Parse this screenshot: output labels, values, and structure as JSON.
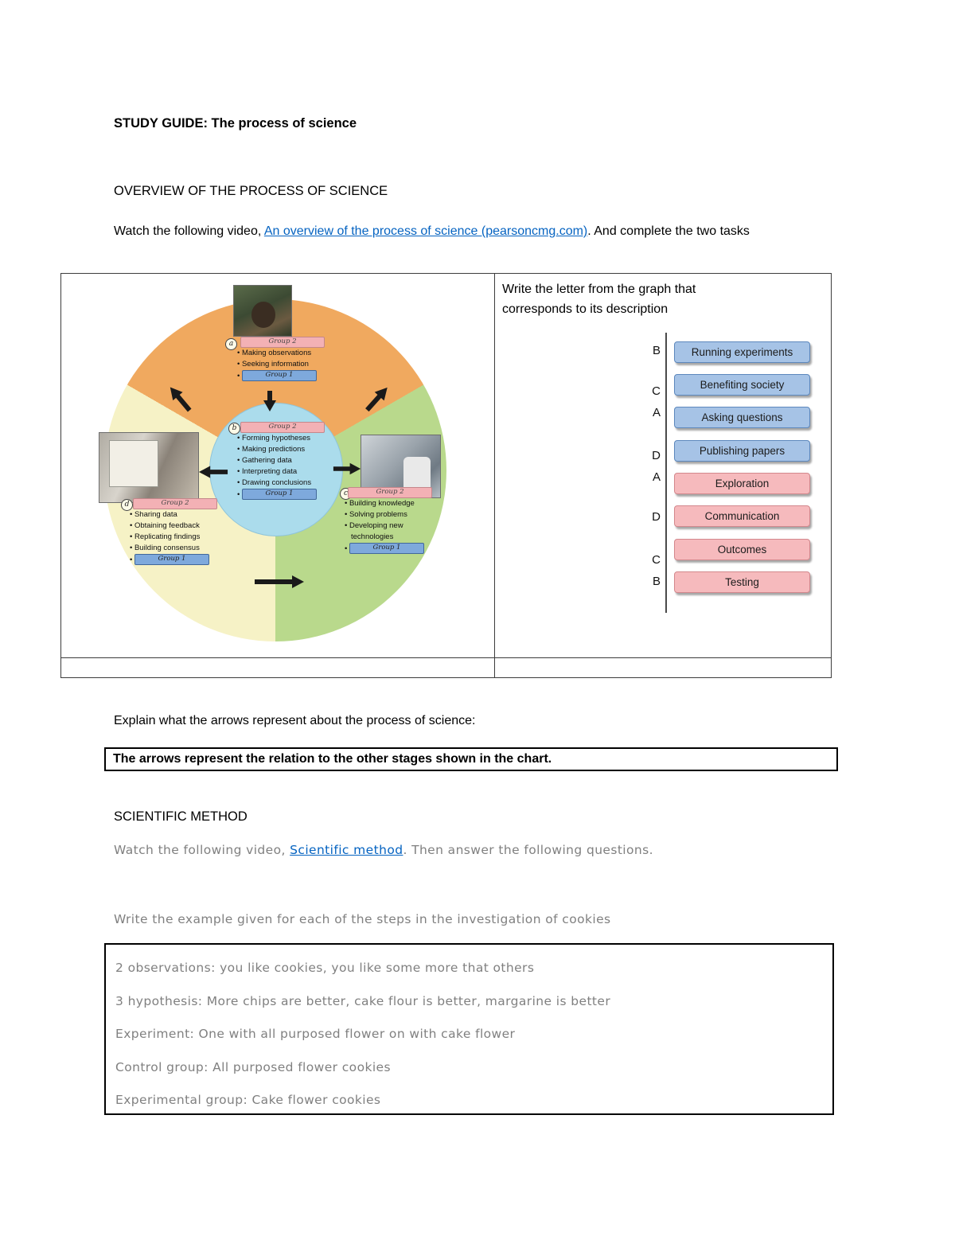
{
  "doc": {
    "title": "STUDY GUIDE: The process of science",
    "overview": {
      "heading": "OVERVIEW OF THE PROCESS OF SCIENCE",
      "intro_pre": "Watch the following video, ",
      "intro_link": "An overview of the process of science (pearsoncmg.com)",
      "intro_post": ". And complete the two tasks"
    },
    "arrows_question": {
      "prompt": "Explain what the arrows represent about the process of science:",
      "answer": "The arrows represent the relation to the other stages shown in the chart."
    },
    "scientific_method": {
      "heading": "SCIENTIFIC METHOD",
      "intro_pre": "Watch the following video, ",
      "intro_link": "Scientific method",
      "intro_post": ". Then answer the following questions.",
      "prompt": "Write the example given for each of the steps in the investigation of cookies",
      "answers": [
        "2 observations: you like cookies, you like some more that others",
        "3 hypothesis: More chips are better, cake flour is better, margarine is better",
        "Experiment: One with all purposed flower on with cake flower",
        "Control group: All purposed flower cookies",
        "Experimental group: Cake flower cookies"
      ]
    }
  },
  "diagram": {
    "groups": {
      "a": {
        "marker": "a",
        "header": "Group 2",
        "items": [
          "Making observations",
          "Seeking information"
        ],
        "footer": "Group 1"
      },
      "b": {
        "marker": "b",
        "header": "Group 2",
        "items": [
          "Forming hypotheses",
          "Making predictions",
          "Gathering data",
          "Interpreting data",
          "Drawing conclusions"
        ],
        "footer": "Group 1"
      },
      "c": {
        "marker": "c",
        "header": "Group 2",
        "items": [
          "Building knowledge",
          "Solving problems",
          "Developing new technologies"
        ],
        "footer": "Group 1"
      },
      "d": {
        "marker": "d",
        "header": "Group 2",
        "items": [
          "Sharing data",
          "Obtaining feedback",
          "Replicating findings",
          "Building consensus"
        ],
        "footer": "Group 1"
      }
    },
    "colors": {
      "sector_orange": "#f0a95f",
      "sector_green": "#b9d98c",
      "sector_yellow": "#f6f2c6",
      "center_blue": "#abdcec",
      "group2_pink": "#f3b1b5",
      "group1_blue": "#7ea9dc"
    }
  },
  "matching": {
    "prompt": "Write the letter from the graph that corresponds to its description",
    "answers": [
      "B",
      "C",
      "A",
      "D",
      "A",
      "D",
      "C",
      "B"
    ],
    "boxes": [
      {
        "label": "Running experiments",
        "color": "#a6c3e6"
      },
      {
        "label": "Benefiting society",
        "color": "#a6c3e6"
      },
      {
        "label": "Asking questions",
        "color": "#a6c3e6"
      },
      {
        "label": "Publishing papers",
        "color": "#a6c3e6"
      },
      {
        "label": "Exploration",
        "color": "#f6babd"
      },
      {
        "label": "Communication",
        "color": "#f6babd"
      },
      {
        "label": "Outcomes",
        "color": "#f6babd"
      },
      {
        "label": "Testing",
        "color": "#f6babd"
      }
    ]
  },
  "colors": {
    "link": "#0563c1",
    "gray_text": "#808080"
  }
}
